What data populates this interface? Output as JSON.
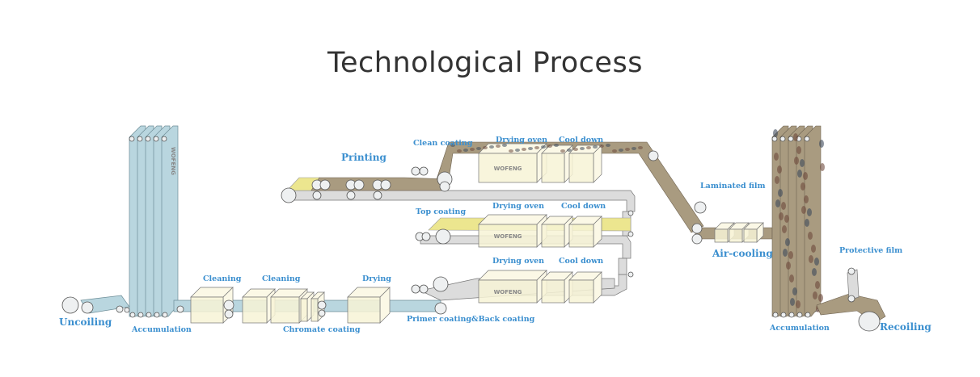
{
  "title": "Technological Process",
  "brand_mark": "WOFENG",
  "labels": {
    "printing": "Printing",
    "clean_coating": "Clean coating",
    "drying_oven_1": "Drying oven",
    "cool_down_1": "Cool down",
    "laminated_film": "Laminated film",
    "top_coating": "Top coating",
    "drying_oven_2": "Drying oven",
    "cool_down_2": "Cool down",
    "drying_oven_3": "Drying oven",
    "cool_down_3": "Cool down",
    "air_cooling": "Air-cooling",
    "protective_film": "Protective film",
    "cleaning_1": "Cleaning",
    "cleaning_2": "Cleaning",
    "drying": "Drying",
    "uncoiling": "Uncoiling",
    "accumulation_1": "Accumulation",
    "chromate_coating": "Chromate coating",
    "primer_back_coating": "Primer coating&Back coating",
    "accumulation_2": "Accumulation",
    "recoiling": "Recoiling"
  },
  "colors": {
    "label": "#3b8fcf",
    "steel_strip": "#b9d6df",
    "coated_strip": "#ece68f",
    "printed_strip": "#a99b80",
    "oven": "#f7f3d6"
  }
}
